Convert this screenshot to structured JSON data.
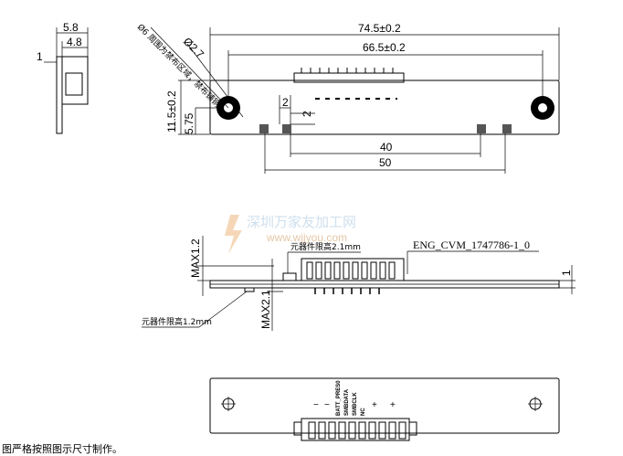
{
  "side_view": {
    "dim_5_8": "5.8",
    "dim_4_8": "4.8",
    "dim_1": "1"
  },
  "top_view": {
    "hole_note": "Ø6 周围为禁布区域，禁布铺铜",
    "hole_dia": "Ø2.7",
    "overall_length": "74.5±0.2",
    "hole_pitch": "66.5±0.2",
    "height": "11.5±0.2",
    "hole_height": "5.75",
    "pad_dim_a": "2",
    "pad_dim_b": "2",
    "pad_span_inner": "40",
    "pad_span_outer": "50"
  },
  "front_view": {
    "max_top": "MAX1.2",
    "max_bottom": "MAX2.1",
    "component_height_top": "元器件限高2.1mm",
    "component_height_bottom": "元器件限高1.2mm",
    "connector_part": "ENG_CVM_1747786-1_0",
    "right_dim": "1"
  },
  "bottom_view": {
    "pin_labels": [
      "BATT_PRES0",
      "SMBDATA",
      "SMBCLK",
      "NC"
    ],
    "signs": [
      "−",
      "−",
      "+",
      "+"
    ]
  },
  "watermark": {
    "line1": "深圳万家友加工网",
    "line2": "www.wjjyou.com"
  },
  "footer_note": "图严格按照图示尺寸制作。"
}
